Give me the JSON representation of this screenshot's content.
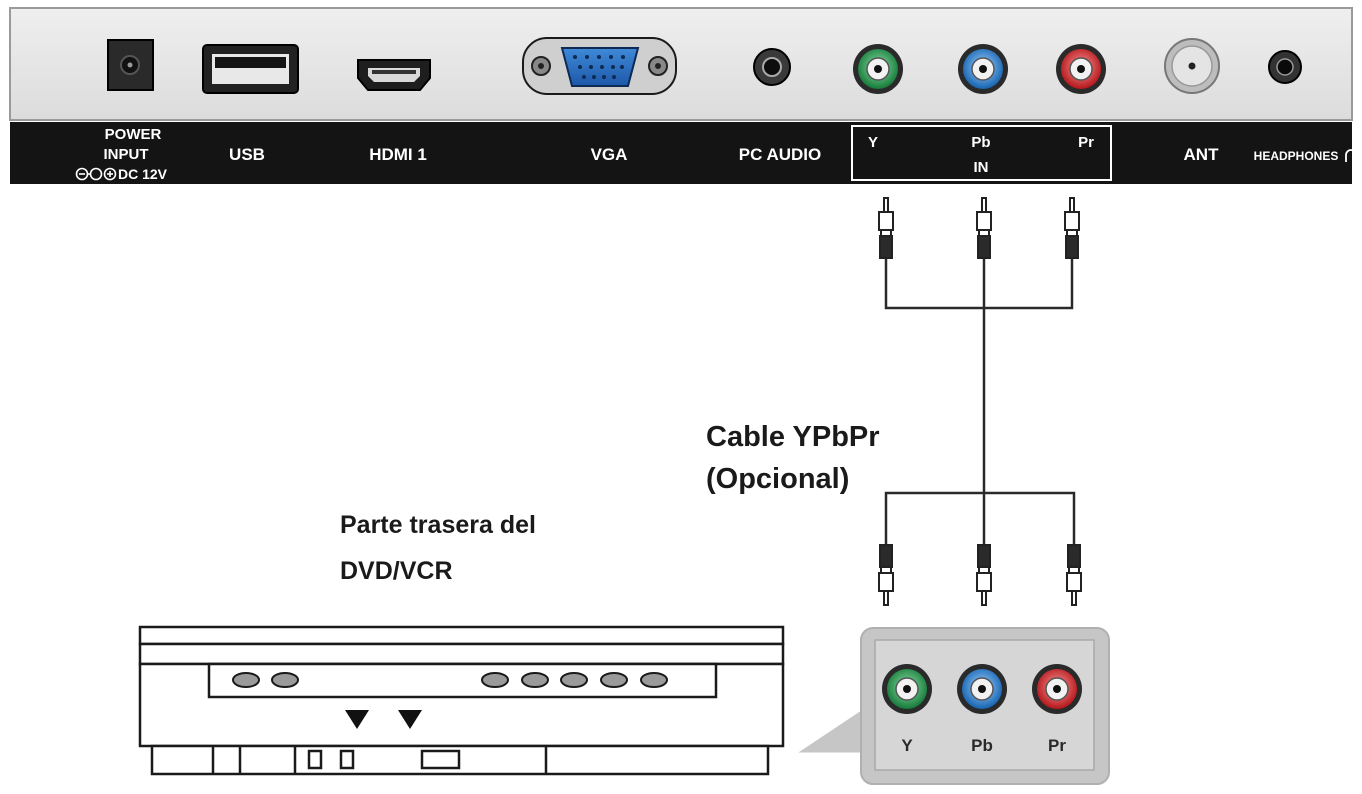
{
  "panel": {
    "power_line1": "POWER",
    "power_line2": "INPUT",
    "power_line3": "DC 12V",
    "usb": "USB",
    "hdmi": "HDMI 1",
    "vga": "VGA",
    "pc_audio": "PC AUDIO",
    "y": "Y",
    "pb": "Pb",
    "pr": "Pr",
    "in": "IN",
    "ant": "ANT",
    "headphones": "HEADPHONES"
  },
  "cable": {
    "line1": "Cable YPbPr",
    "line2": "(Opcional)"
  },
  "device": {
    "line1": "Parte trasera del",
    "line2": "DVD/VCR"
  },
  "dvd_ports": {
    "y": "Y",
    "pb": "Pb",
    "pr": "Pr"
  },
  "colors": {
    "green": "#1f9a4a",
    "blue": "#1f7fd0",
    "red": "#d9262a",
    "panel_bg": "#e6e6e6",
    "label_bar": "#141414"
  }
}
